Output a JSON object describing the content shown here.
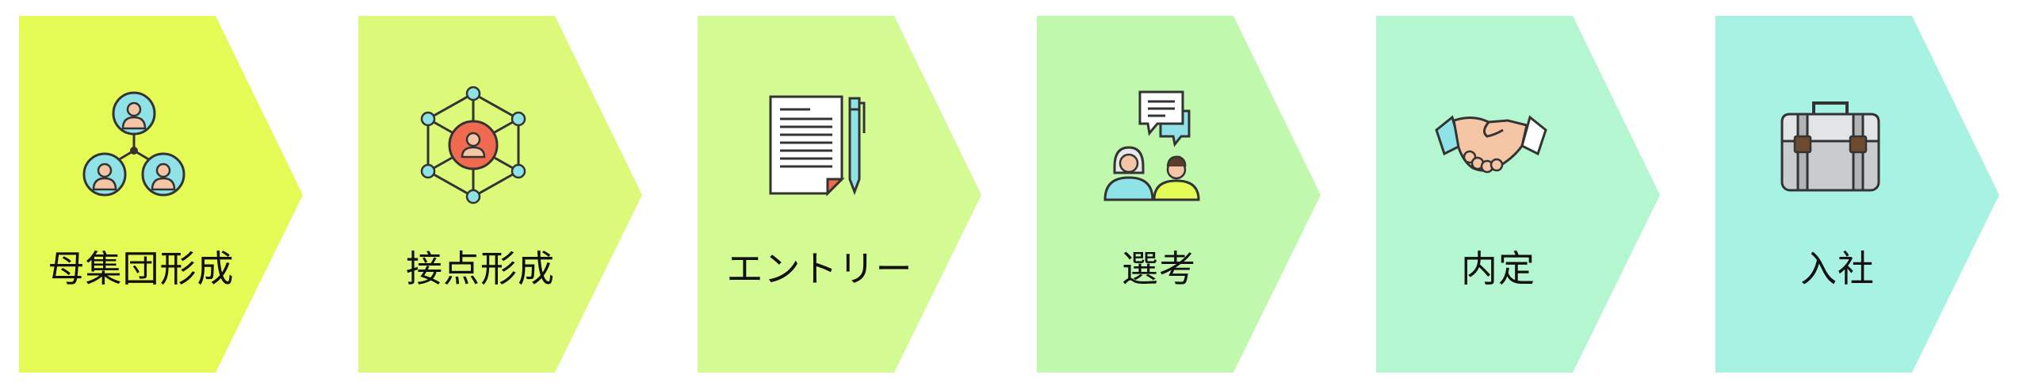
{
  "steps": [
    {
      "label": "母集団形成",
      "color": "#e5fb55",
      "icon": "people-network-icon"
    },
    {
      "label": "接点形成",
      "color": "#dcf97a",
      "icon": "network-hub-icon"
    },
    {
      "label": "エントリー",
      "color": "#d3fa93",
      "icon": "document-pen-icon"
    },
    {
      "label": "選考",
      "color": "#c0f8ad",
      "icon": "interview-chat-icon"
    },
    {
      "label": "内定",
      "color": "#b3f6d0",
      "icon": "handshake-icon"
    },
    {
      "label": "入社",
      "color": "#a8f2e4",
      "icon": "briefcase-icon"
    }
  ]
}
